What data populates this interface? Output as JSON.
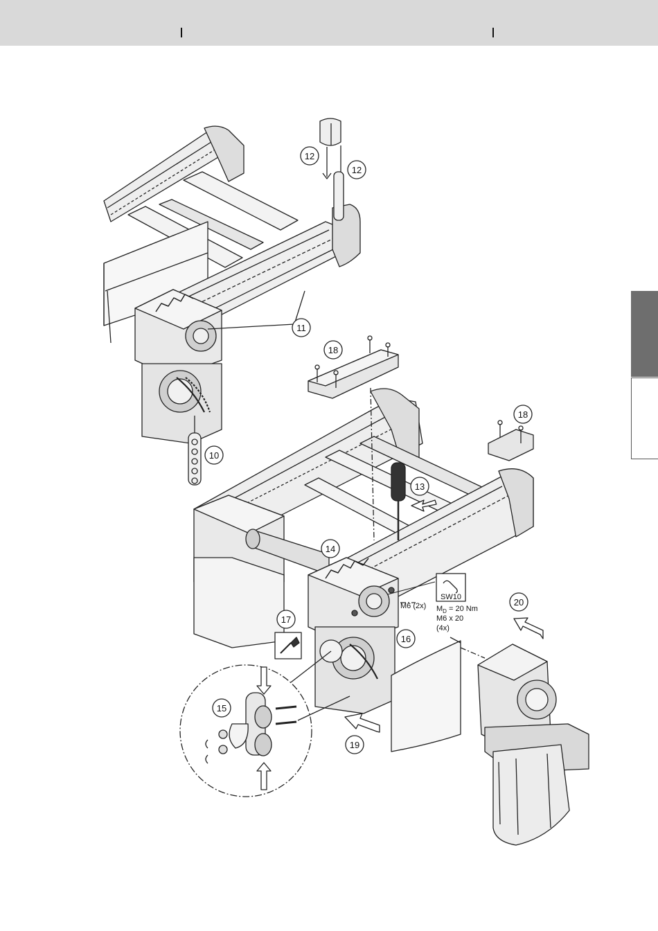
{
  "callouts": {
    "c10": "10",
    "c11": "11",
    "c12a": "12",
    "c12b": "12",
    "c13": "13",
    "c14": "14",
    "c15": "15",
    "c16": "16",
    "c17": "17",
    "c18a": "18",
    "c18b": "18",
    "c19": "19",
    "c20": "20"
  },
  "specs": {
    "wrench_size": "SW10",
    "m6_2x": "M6 (2x)",
    "torque_m": "M",
    "torque_sub": "D",
    "torque_val": " = 20 Nm",
    "screw_size": "M6 x 20",
    "screw_qty": "(4x)"
  },
  "colors": {
    "header_band": "#d9d9d9",
    "side_tab": "#6e6e6e",
    "line": "#222222",
    "fill_light": "#f1f1f1",
    "fill_mid": "#d6d6d6",
    "fill_dark": "#a8a8a8"
  }
}
